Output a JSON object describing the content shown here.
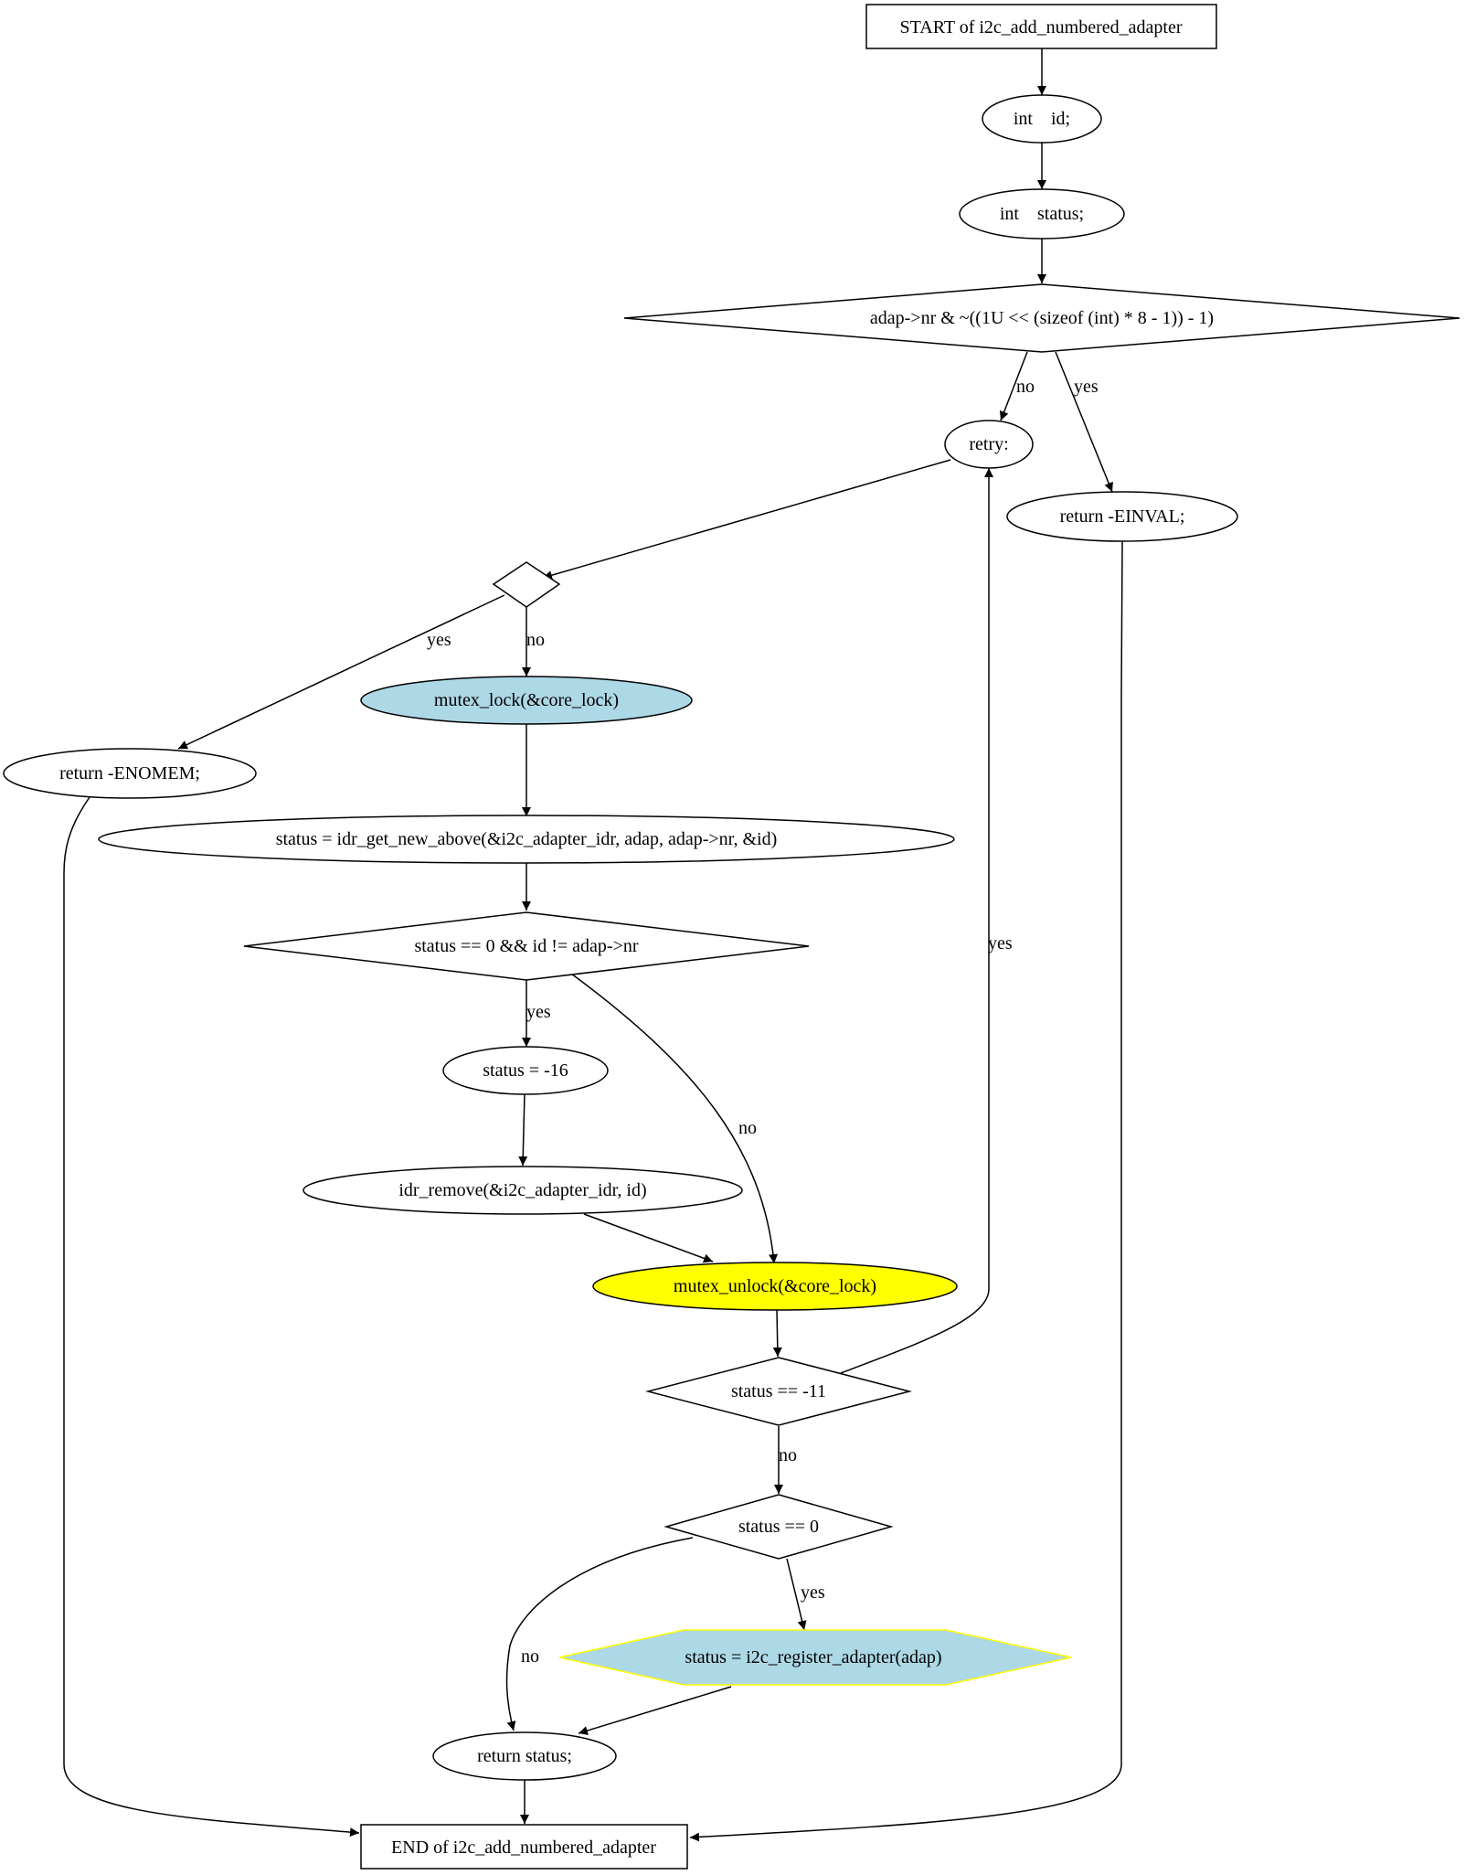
{
  "colors": {
    "line": "#000000",
    "background": "#ffffff",
    "light_blue": "#add8e6",
    "yellow": "#ffff00",
    "hexagon_border": "#ffff00"
  },
  "nodes": {
    "start": "START of i2c_add_numbered_adapter",
    "decl_id": "int    id;",
    "decl_status": "int    status;",
    "check_nr": "adap->nr & ~((1U << (sizeof (int) * 8 - 1)) - 1)",
    "retry": "retry:",
    "return_einval": "return -EINVAL;",
    "empty_decision": "",
    "return_enomem": "return -ENOMEM;",
    "mutex_lock": "mutex_lock(&core_lock)",
    "idr_get_new": "status = idr_get_new_above(&i2c_adapter_idr, adap, adap->nr, &id)",
    "check_id": "status == 0 && id != adap->nr",
    "status_minus16": "status = -16",
    "idr_remove": "idr_remove(&i2c_adapter_idr, id)",
    "mutex_unlock": "mutex_unlock(&core_lock)",
    "check_eagain": "status == -11",
    "check_zero": "status == 0",
    "register_adapter": "status = i2c_register_adapter(adap)",
    "return_status": "return status;",
    "end": "END of i2c_add_numbered_adapter"
  },
  "edge_labels": {
    "check_nr_no": "no",
    "check_nr_yes": "yes",
    "empty_yes": "yes",
    "empty_no": "no",
    "check_id_yes": "yes",
    "check_id_no": "no",
    "eagain_yes": "yes",
    "eagain_no": "no",
    "zero_yes": "yes",
    "zero_no": "no"
  }
}
